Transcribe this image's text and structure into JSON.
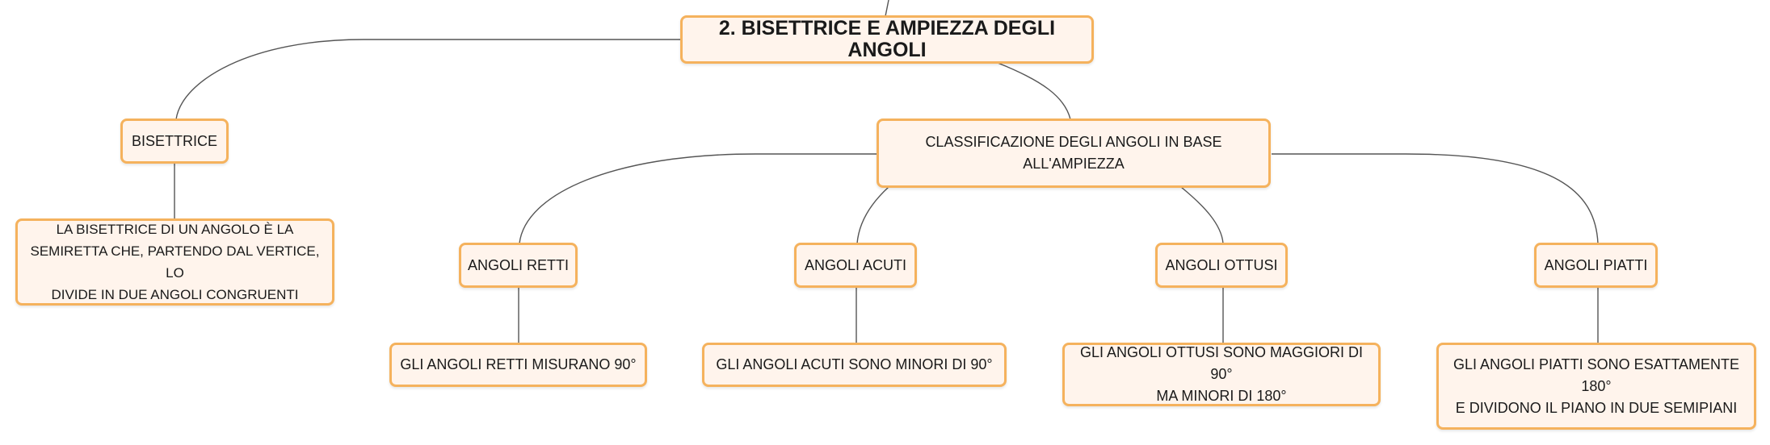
{
  "root": {
    "label": "2. BISETTRICE E AMPIEZZA DEGLI ANGOLI"
  },
  "bisettrice": {
    "label": "BISETTRICE",
    "definition": "LA BISETTRICE DI UN ANGOLO È LA\nSEMIRETTA CHE, PARTENDO DAL VERTICE, LO\nDIVIDE IN DUE ANGOLI CONGRUENTI"
  },
  "classificazione": {
    "label": "CLASSIFICAZIONE DEGLI ANGOLI IN BASE\nALL'AMPIEZZA"
  },
  "categories": [
    {
      "label": "ANGOLI RETTI",
      "description": "GLI ANGOLI RETTI MISURANO 90°"
    },
    {
      "label": "ANGOLI ACUTI",
      "description": "GLI ANGOLI ACUTI SONO MINORI DI 90°"
    },
    {
      "label": "ANGOLI OTTUSI",
      "description": "GLI ANGOLI OTTUSI SONO MAGGIORI DI 90°\nMA MINORI DI 180°"
    },
    {
      "label": "ANGOLI PIATTI",
      "description": "GLI ANGOLI PIATTI SONO ESATTAMENTE 180°\nE DIVIDONO IL PIANO IN DUE SEMIPIANI"
    }
  ],
  "colors": {
    "node_fill": "#fff4ec",
    "node_border": "#f5b25d",
    "connector": "#555555"
  }
}
